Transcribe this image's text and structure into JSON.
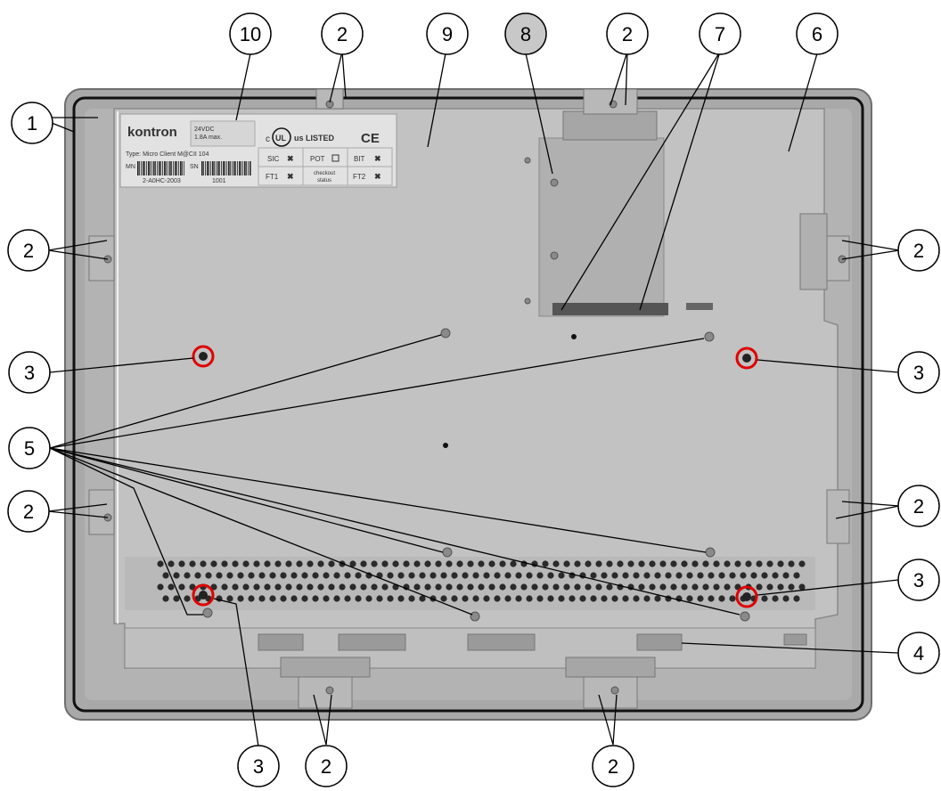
{
  "label_plate": {
    "brand": "kontron",
    "power_line1": "24VDC",
    "power_line2": "1.8A max.",
    "cert_c": "c",
    "cert_ul": "UL",
    "cert_us_listed": "us LISTED",
    "cert_ce": "CE",
    "type_text": "Type: Micro Client M@CII 104",
    "mn_label": "MN",
    "sn_label": "SN",
    "mn_value": "2-A0HC-2003",
    "sn_value": "1001",
    "checks": {
      "sic": "SIC",
      "pot": "POT",
      "bit": "BIT",
      "ft1": "FT1",
      "checkout_line1": "checkout",
      "checkout_line2": "status",
      "ft2": "FT2"
    }
  },
  "callouts": {
    "n1": "1",
    "n2": "2",
    "n3": "3",
    "n4": "4",
    "n5": "5",
    "n6": "6",
    "n7": "7",
    "n8": "8",
    "n9": "9",
    "n10": "10"
  },
  "colors": {
    "housing": "#9c9c9c",
    "panel": "#bdbdbd",
    "plate": "#d2d2d2",
    "marker_red": "#e00000",
    "callout_8_fill": "#c8c8c8"
  }
}
